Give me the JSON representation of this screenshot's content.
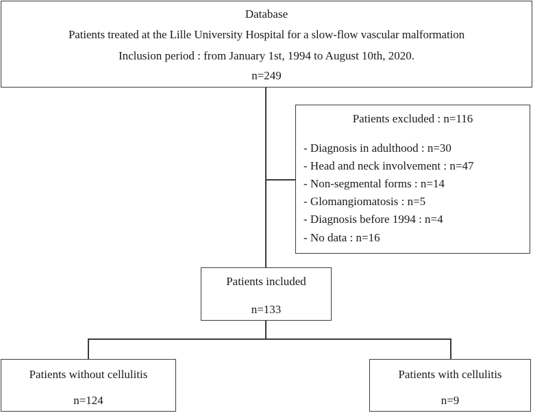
{
  "database": {
    "title": "Database",
    "line1": "Patients treated at the Lille University Hospital for a slow-flow vascular malformation",
    "line2": "Inclusion period : from January 1st, 1994 to August 10th, 2020.",
    "count": "n=249"
  },
  "excluded": {
    "title": "Patients excluded : n=116",
    "items": [
      "- Diagnosis in adulthood : n=30",
      "- Head and neck involvement : n=47",
      "- Non-segmental forms : n=14",
      "- Glomangiomatosis : n=5",
      "- Diagnosis before 1994 : n=4",
      "- No data : n=16"
    ]
  },
  "included": {
    "title": "Patients included",
    "count": "n=133"
  },
  "without_cellulitis": {
    "title": "Patients without cellulitis",
    "count": "n=124"
  },
  "with_cellulitis": {
    "title": "Patients with cellulitis",
    "count": "n=9"
  }
}
